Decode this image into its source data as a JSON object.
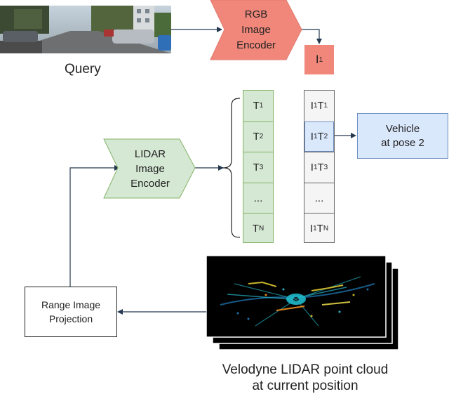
{
  "query_label": "Query",
  "rgb_encoder": [
    "RGB",
    "Image",
    "Encoder"
  ],
  "rgb_embedding": {
    "base": "I",
    "sub": "1"
  },
  "lidar_encoder": [
    "LIDAR",
    "Image",
    "Encoder"
  ],
  "t_column": [
    {
      "base": "T",
      "sub": "1"
    },
    {
      "base": "T",
      "sub": "2"
    },
    {
      "base": "T",
      "sub": "3"
    },
    {
      "base": "...",
      "sub": ""
    },
    {
      "base": "T",
      "sub": "N"
    }
  ],
  "it_column": [
    {
      "a": "I",
      "as": "1",
      "b": "T",
      "bs": "1"
    },
    {
      "a": "I",
      "as": "1",
      "b": "T",
      "bs": "2"
    },
    {
      "a": "I",
      "as": "1",
      "b": "T",
      "bs": "3"
    },
    {
      "a": "...",
      "as": "",
      "b": "",
      "bs": ""
    },
    {
      "a": "I",
      "as": "1",
      "b": "T",
      "bs": "N"
    }
  ],
  "result_box": [
    "Vehicle",
    "at pose 2"
  ],
  "range_box": [
    "Range Image",
    "Projection"
  ],
  "pointcloud_caption": [
    "Velodyne LIDAR point cloud",
    "at current position"
  ],
  "colors": {
    "rgb_encoder": "#f0877a",
    "lidar_encoder": "#d5e8d4",
    "t_column": "#d5e8d4",
    "highlight": "#dae8fc",
    "it_column": "#f5f5f5",
    "arrow": "#24384f"
  }
}
